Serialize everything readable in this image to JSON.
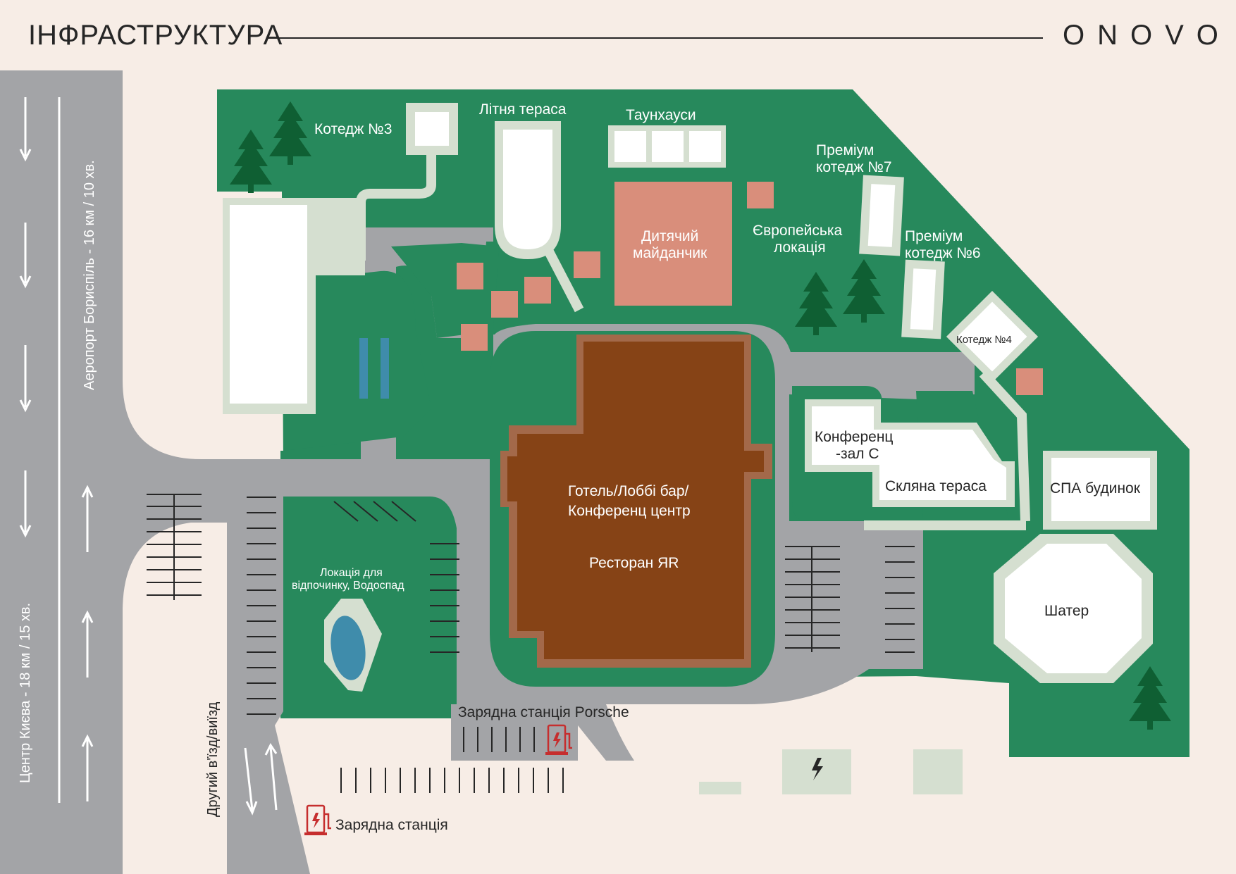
{
  "header": {
    "title": "ІНФРАСТРУКТУРА",
    "brand": "ONOVO"
  },
  "roads": {
    "airport": "Аеропорт Бориспіль - 16 км / 10 хв.",
    "kyiv_center": "Центр Києва - 18 км / 15 хв.",
    "second_entrance": "Другий в'їзд/виїзд"
  },
  "locations": {
    "cottage_3": "Котедж №3",
    "summer_terrace": "Літня  тераса",
    "townhouses": "Таунхауси",
    "premium_7_line1": "Преміум",
    "premium_7_line2": "котедж №7",
    "premium_6_line1": "Преміум",
    "premium_6_line2": "котедж №6",
    "playground_line1": "Дитячий",
    "playground_line2": "майданчик",
    "european_line1": "Європейська",
    "european_line2": "локація",
    "cottage_4": "Котедж №4",
    "conference_c_line1": "Конференц",
    "conference_c_line2": "-зал С",
    "glass_terrace": "Скляна тераса",
    "spa": "СПА будинок",
    "hotel_line1": "Готель/Лоббі бар/",
    "hotel_line2": "Конференц центр",
    "restaurant": "Ресторан ЯR",
    "rest_line1": "Локація для",
    "rest_line2": "відпочинку, Водоспад",
    "tent": "Шатер",
    "porsche_charging": "Зарядна станція Porsche",
    "charging": "Зарядна станція"
  },
  "icons": {
    "tree": "tree-icon",
    "charger": "ev-charger-icon",
    "bolt": "lightning-icon",
    "arrow": "arrow-icon"
  },
  "colors": {
    "background": "#f7ede6",
    "grass": "#27895c",
    "road": "#a3a4a7",
    "building_border": "#d5dfd0",
    "building": "#ffffff",
    "playground": "#d98e7b",
    "hotel": "#864316",
    "hotel_border": "#a3694a",
    "pine": "#0f5f33",
    "water": "#3f8cab",
    "charger_red": "#c62e2e",
    "text": "#262626"
  }
}
